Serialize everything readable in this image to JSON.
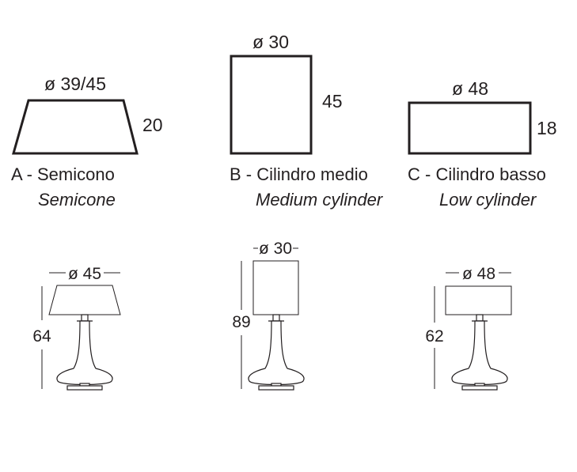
{
  "shades": [
    {
      "code": "A",
      "name_it": "A - Semicono",
      "name_en": "Semicone",
      "diameter": "ø 39/45",
      "height": "20"
    },
    {
      "code": "B",
      "name_it": "B - Cilindro medio",
      "name_en": "Medium cylinder",
      "diameter": "ø 30",
      "height": "45"
    },
    {
      "code": "C",
      "name_it": "C - Cilindro basso",
      "name_en": "Low cylinder",
      "diameter": "ø 48",
      "height": "18"
    }
  ],
  "lamps": [
    {
      "shade": "A",
      "diameter": "ø 45",
      "height": "64"
    },
    {
      "shade": "B",
      "diameter": "ø 30",
      "height": "89"
    },
    {
      "shade": "C",
      "diameter": "ø 48",
      "height": "62"
    }
  ]
}
